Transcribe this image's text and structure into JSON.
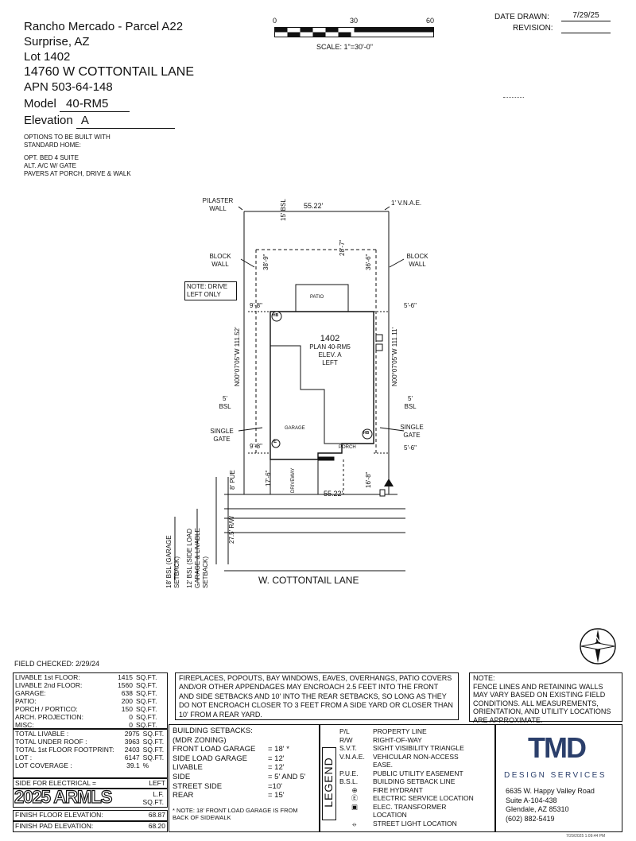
{
  "header": {
    "project": "Rancho Mercado - Parcel A22",
    "city": "Surprise, AZ",
    "lot_label": "Lot",
    "lot": "1402",
    "address": "14760 W COTTONTAIL LANE",
    "apn_label": "APN",
    "apn": "503-64-148",
    "model_label": "Model",
    "model": "40-RM5",
    "elevation_label": "Elevation",
    "elevation": "A",
    "options_title": "OPTIONS TO BE BUILT WITH STANDARD HOME:",
    "options": [
      "OPT. BED 4 SUITE",
      "ALT. A/C W/ GATE",
      "PAVERS AT PORCH, DRIVE & WALK"
    ]
  },
  "scale": {
    "ticks": [
      "0",
      "30",
      "60"
    ],
    "label": "SCALE: 1\"=30'-0\""
  },
  "dates": {
    "drawn_label": "DATE DRAWN:",
    "drawn": "7/29/25",
    "revision_label": "REVISION:",
    "revision": ""
  },
  "site": {
    "pilaster_wall": "PILASTER WALL",
    "vnae": "1' V.N.A.E.",
    "block_wall_left": "BLOCK WALL",
    "block_wall_right": "BLOCK WALL",
    "top_width": "55.22'",
    "bottom_width": "55.22'",
    "rear_bsl": "15' BSL",
    "dim_38_9": "38'-9\"",
    "dim_28_7": "28'-7\"",
    "dim_36_6": "36'-6\"",
    "note_drive": "NOTE: DRIVE LEFT ONLY",
    "patio": "PATIO",
    "left_9_8_top": "9'-8\"",
    "right_5_6_top": "5'-6\"",
    "left_bearing": "N00°07'05\"W 111.52'",
    "right_bearing": "N00°07'05\"W 111.11'",
    "house_lot": "1402",
    "house_plan": "PLAN 40-RM5",
    "house_elev": "ELEV. A",
    "house_side": "LEFT",
    "left_5": "5'",
    "left_bsl": "BSL",
    "right_5": "5'",
    "right_bsl": "BSL",
    "garage": "GARAGE",
    "porch": "PORCH",
    "single_gate_left": "SINGLE GATE",
    "single_gate_right": "SINGLE GATE",
    "left_9_8_bottom": "9'-8\"",
    "right_5_6_bottom": "5'-6\"",
    "dim_17_6": "17'-6\"",
    "dim_16_8": "16'-8\"",
    "driveway": "DRIVEWAY",
    "dim_8": "8'",
    "pue": "PUE",
    "dim_27_5": "27.5'",
    "rw": "R/W",
    "bsl_18": "18' BSL (GARAGE SETBACK)",
    "bsl_12": "12' BSL (SIDE LOAD GARAGE & LIVABLE SETBACK)",
    "street": "W. COTTONTAIL LANE",
    "hb": "HB",
    "e": "E"
  },
  "field_checked": "FIELD CHECKED: 2/29/24",
  "area_table": [
    {
      "label": "LIVABLE 1st FLOOR:",
      "value": "1415",
      "unit": "SQ.FT."
    },
    {
      "label": "LIVABLE 2nd FLOOR:",
      "value": "1560",
      "unit": "SQ.FT."
    },
    {
      "label": "GARAGE:",
      "value": "638",
      "unit": "SQ.FT."
    },
    {
      "label": "PATIO:",
      "value": "200",
      "unit": "SQ.FT."
    },
    {
      "label": "PORCH / PORTICO:",
      "value": "150",
      "unit": "SQ.FT."
    },
    {
      "label": "ARCH. PROJECTION:",
      "value": "0",
      "unit": "SQ.FT."
    },
    {
      "label": "MISC:",
      "value": "0",
      "unit": "SQ.FT."
    }
  ],
  "totals_table": [
    {
      "label": "TOTAL LIVABLE :",
      "value": "2975",
      "unit": "SQ.FT."
    },
    {
      "label": "TOTAL UNDER ROOF :",
      "value": "3963",
      "unit": "SQ.FT."
    },
    {
      "label": "TOTAL 1st FLOOR FOOTPRINT:",
      "value": "2403",
      "unit": "SQ.FT."
    },
    {
      "label": "LOT :",
      "value": "6147",
      "unit": "SQ.FT."
    },
    {
      "label": "LOT COVERAGE :",
      "value": "39.1",
      "unit": "%"
    }
  ],
  "side_electrical": {
    "label": "SIDE FOR ELECTRICAL =",
    "value": "LEFT"
  },
  "obscured_rows": [
    {
      "value": "",
      "unit": "L.F."
    },
    {
      "value": "",
      "unit": "SQ.FT."
    }
  ],
  "finish": [
    {
      "label": "FINISH FLOOR ELEVATION:",
      "value": "68.87"
    },
    {
      "label": "FINISH PAD ELEVATION:",
      "value": "68.20"
    }
  ],
  "watermark": "2025 ARMLS",
  "encroach_note": "FIREPLACES, POPOUTS, BAY WINDOWS, EAVES, OVERHANGS, PATIO COVERS AND/OR OTHER APPENDAGES MAY ENCROACH 2.5 FEET INTO THE FRONT AND SIDE SETBACKS AND 10' INTO THE REAR SETBACKS, SO LONG AS THEY DO NOT ENCROACH CLOSER TO 3 FEET FROM A SIDE YARD OR CLOSER THAN 10' FROM A REAR YARD.",
  "note": {
    "title": "NOTE:",
    "text": "FENCE LINES AND RETAINING WALLS MAY VARY BASED ON EXISTING FIELD CONDITIONS. ALL MEASUREMENTS, ORIENTATION, AND UTILITY LOCATIONS ARE APPROXIMATE."
  },
  "setbacks": {
    "title": "BUILDING SETBACKS:",
    "zoning": "(MDR ZONING)",
    "rows": [
      {
        "label": "FRONT LOAD GARAGE",
        "value": "= 18' *"
      },
      {
        "label": "SIDE LOAD GARAGE",
        "value": "= 12'"
      },
      {
        "label": "LIVABLE",
        "value": "= 12'"
      },
      {
        "label": "SIDE",
        "value": "= 5' AND 5'"
      },
      {
        "label": "STREET SIDE",
        "value": "=10'"
      },
      {
        "label": "REAR",
        "value": "= 15'"
      }
    ],
    "footnote": "* NOTE: 18' FRONT LOAD GARAGE IS FROM BACK OF SIDEWALK"
  },
  "legend": {
    "title": "LEGEND",
    "items": [
      {
        "abbr": "P/L",
        "text": "PROPERTY LINE"
      },
      {
        "abbr": "R/W",
        "text": "RIGHT-OF-WAY"
      },
      {
        "abbr": "S.V.T.",
        "text": "SIGHT VISIBILITY TRIANGLE"
      },
      {
        "abbr": "V.N.A.E.",
        "text": "VEHICULAR NON-ACCESS EASE."
      },
      {
        "abbr": "P.U.E.",
        "text": "PUBLIC UTILITY EASEMENT"
      },
      {
        "abbr": "B.S.L.",
        "text": "BUILDING SETBACK LINE"
      },
      {
        "abbr": "",
        "text": "FIRE HYDRANT"
      },
      {
        "abbr": "",
        "text": "ELECTRIC SERVICE LOCATION"
      },
      {
        "abbr": "",
        "text": "ELEC. TRANSFORMER LOCATION"
      },
      {
        "abbr": "",
        "text": "STREET LIGHT LOCATION"
      }
    ]
  },
  "company": {
    "logo": "TMD",
    "tagline": "DESIGN SERVICES",
    "address1": "6635 W. Happy Valley Road",
    "address2": "Suite A-104-438",
    "address3": "Glendale, AZ 85310",
    "phone": "(602) 882-5419"
  },
  "north_label": "N",
  "footer_stamp": "7/29/2025 1:09:44 PM"
}
